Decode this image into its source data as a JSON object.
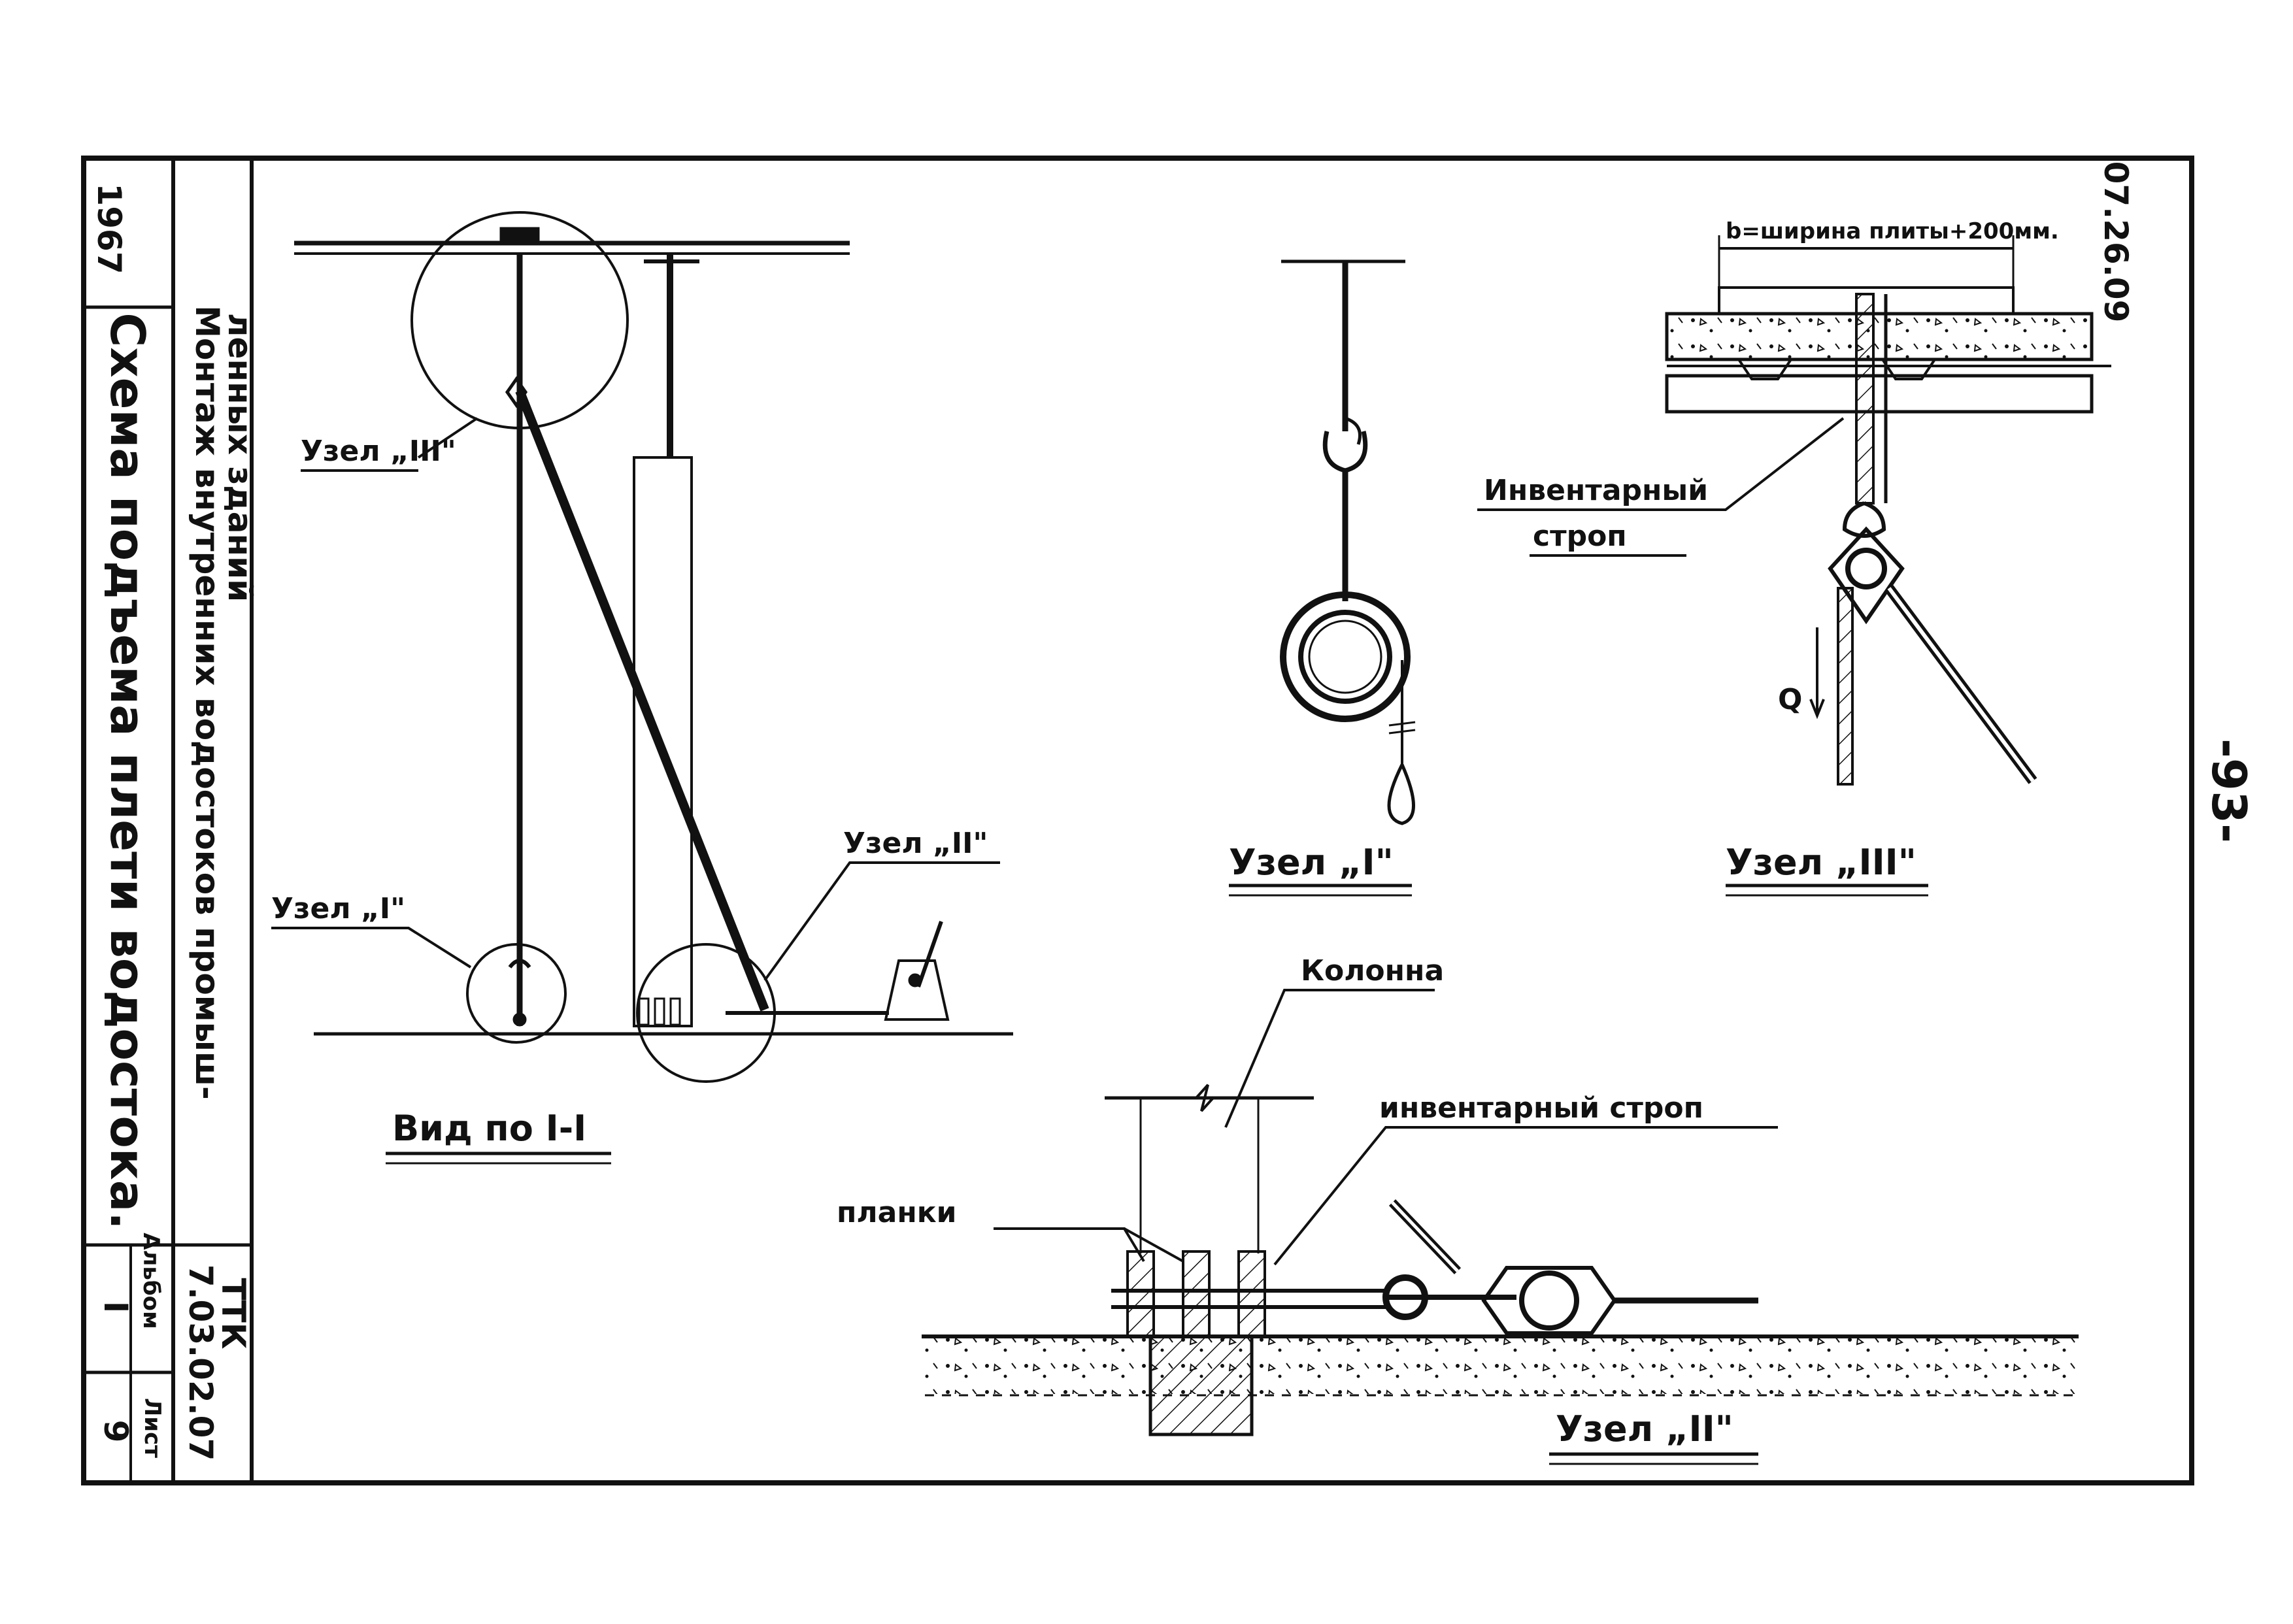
{
  "sheet": {
    "page_number": "-93-",
    "code": "07.26.09"
  },
  "stamp": {
    "year": "1967",
    "sheet_title": "Схема подъема плети водостока.",
    "project_line1": "Монтаж внутренних водостоков промыш-",
    "project_line2": "ленных зданий",
    "ttk": "ТТК",
    "ttk_number": "7.03.02.07",
    "album_label": "Альбом",
    "album_value": "I",
    "sheet_label": "Лист",
    "sheet_value": "9"
  },
  "main_view": {
    "caption": "Вид по I-I",
    "node_iii_label": "Узел „III\"",
    "node_i_label": "Узел „I\"",
    "node_ii_label": "Узел „II\""
  },
  "detail_i": {
    "caption": "Узел „I\""
  },
  "detail_iii": {
    "caption": "Узел „III\"",
    "dimension_note": "b=ширина плиты+200мм.",
    "sling_label_line1": "Инвентарный",
    "sling_label_line2": "строп",
    "load_symbol": "Q"
  },
  "detail_ii": {
    "caption": "Узел „II\"",
    "column_label": "Колонна",
    "sling_label": "инвентарный строп",
    "planks_label": "планки"
  }
}
